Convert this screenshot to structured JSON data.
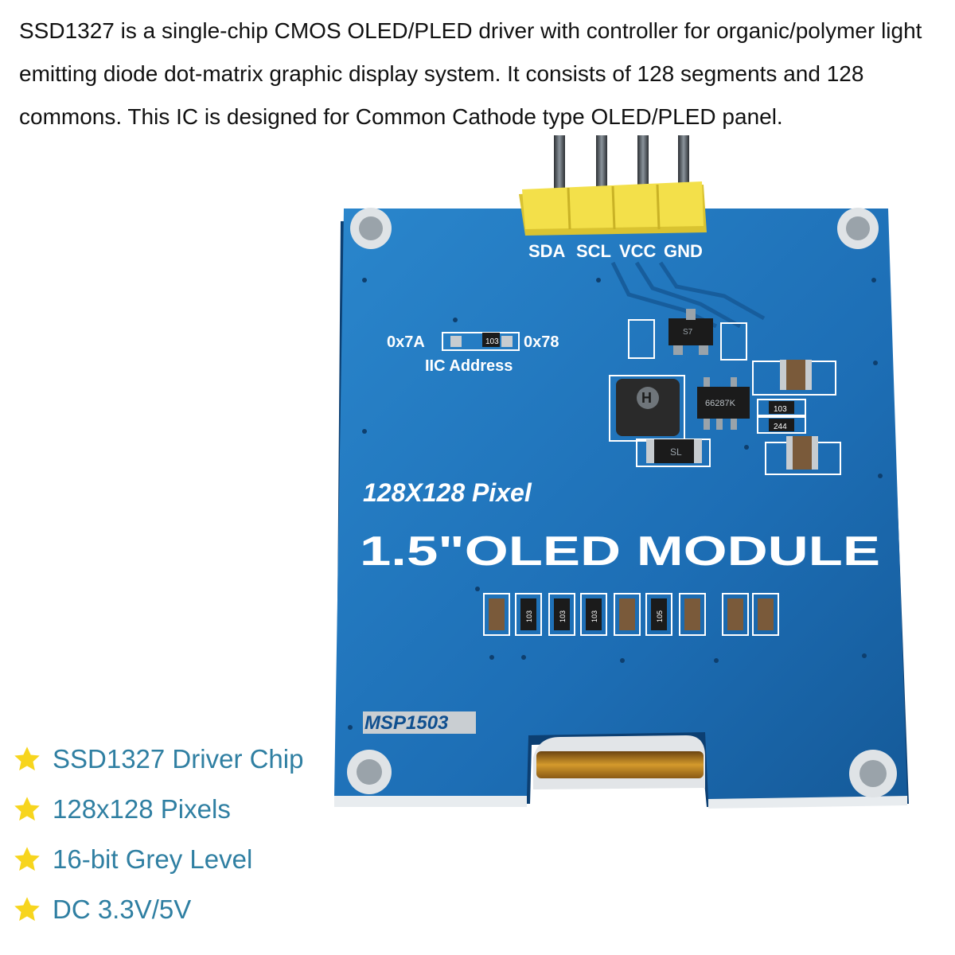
{
  "description": "SSD1327 is a single-chip CMOS OLED/PLED driver with controller for organic/polymer light emitting diode dot-matrix graphic display system. It consists of 128 segments and 128 commons. This IC is designed for Common Cathode type OLED/PLED panel.",
  "board": {
    "pins": [
      "SDA",
      "SCL",
      "VCC",
      "GND"
    ],
    "addr_left": "0x7A",
    "addr_right": "0x78",
    "addr_resistor": "103",
    "addr_caption": "IIC Address",
    "ic_marking": "66287K",
    "diode_marking": "SL",
    "res_top": "103",
    "res_bottom": "244",
    "cap_top_marking": "S7",
    "row_resistors": [
      "103",
      "103",
      "103",
      "105"
    ],
    "pixel_title": "128X128 Pixel",
    "module_title": "1.5\"OLED MODULE",
    "model": "MSP1503",
    "colors": {
      "pcb": "#1e6fb6",
      "pcb_dark": "#0f4f8f",
      "header": "#f3e04a",
      "flex_cable": "#c98a1e",
      "silkscreen": "#ffffff"
    }
  },
  "features": [
    {
      "icon": "star-icon",
      "text": "SSD1327 Driver Chip"
    },
    {
      "icon": "star-icon",
      "text": "128x128 Pixels"
    },
    {
      "icon": "star-icon",
      "text": "16-bit Grey Level"
    },
    {
      "icon": "star-icon",
      "text": "DC 3.3V/5V"
    }
  ],
  "accent_color": "#2f7fa2",
  "star_color": "#f7d51d"
}
